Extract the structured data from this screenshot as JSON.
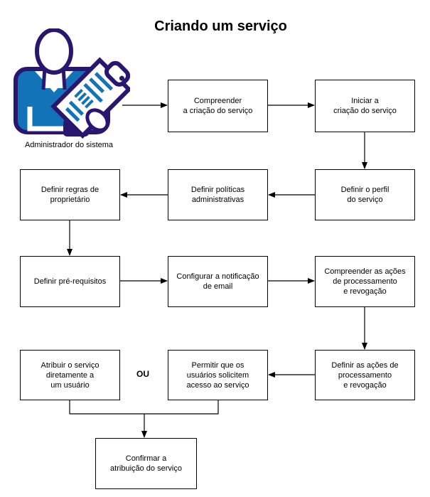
{
  "title": "Criando um serviço",
  "actor_label": "Administrador do sistema",
  "or_label": "OU",
  "colors": {
    "icon_navy": "#29166F",
    "icon_blue": "#1373B8",
    "connector": "#000000",
    "box_border": "#000000",
    "box_fill": "#FFFFFF",
    "text": "#000000",
    "background": "#FFFFFF"
  },
  "nodes": [
    {
      "id": "understand-creation",
      "label": "Compreender\na criação do serviço"
    },
    {
      "id": "start-creation",
      "label": "Iniciar a\ncriação do serviço"
    },
    {
      "id": "define-profile",
      "label": "Definir o perfil\ndo serviço"
    },
    {
      "id": "define-admin-policies",
      "label": "Definir políticas\nadministrativas"
    },
    {
      "id": "define-owner-rules",
      "label": "Definir regras de\nproprietário"
    },
    {
      "id": "define-prerequisites",
      "label": "Definir pré-requisitos"
    },
    {
      "id": "configure-email-notification",
      "label": "Configurar a notificação\nde email"
    },
    {
      "id": "understand-provisioning-actions",
      "label": "Compreender as ações\nde processamento\ne revogação"
    },
    {
      "id": "define-provisioning-actions",
      "label": "Definir as ações de\nprocessamento\ne revogação"
    },
    {
      "id": "allow-user-requests",
      "label": "Permitir que os\nusuários solicitem\nacesso ao serviço"
    },
    {
      "id": "assign-directly",
      "label": "Atribuir o serviço\ndiretamente a\num usuário"
    },
    {
      "id": "confirm-assignment",
      "label": "Confirmar a\natribuição do serviço"
    }
  ]
}
